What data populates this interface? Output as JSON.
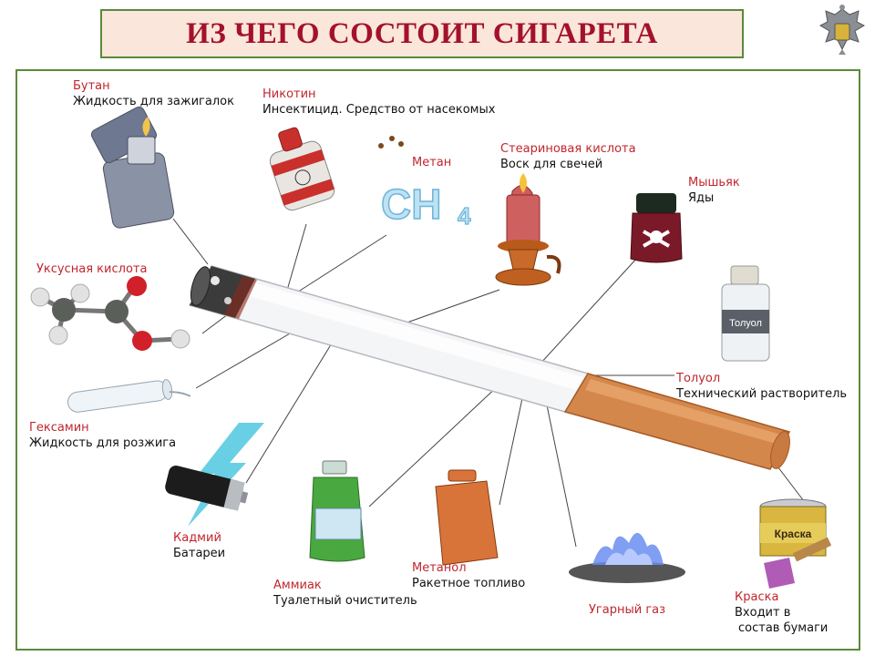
{
  "title": "ИЗ ЧЕГО СОСТОИТ СИГАРЕТА",
  "items": [
    {
      "name": "Бутан",
      "desc": "Жидкость для зажигалок"
    },
    {
      "name": "Никотин",
      "desc": "Инсектицид. Средство от насекомых"
    },
    {
      "name": "Метан",
      "desc": ""
    },
    {
      "name": "Стеариновая кислота",
      "desc": "Воск для свечей"
    },
    {
      "name": "Мышьяк",
      "desc": "Яды"
    },
    {
      "name": "Уксусная кислота",
      "desc": ""
    },
    {
      "name": "Толуол",
      "desc": "Технический растворитель"
    },
    {
      "name": "Гексамин",
      "desc": "Жидкость для розжига"
    },
    {
      "name": "Кадмий",
      "desc": "Батареи"
    },
    {
      "name": "Аммиак",
      "desc": "Туалетный очиститель"
    },
    {
      "name": "Метанол",
      "desc": "Ракетное топливо"
    },
    {
      "name": "Угарный газ",
      "desc": ""
    },
    {
      "name": "Краска",
      "desc": "Входит в"
    },
    {
      "name": "",
      "desc": "состав бумаги"
    }
  ],
  "picture_text": {
    "methane_formula": "CH",
    "methane_subscript": "4",
    "toluene_bottle": "Толуол",
    "paint_can": "Краска"
  },
  "colors": {
    "title_text": "#a3122a",
    "title_bg": "#fbe6dc",
    "frame": "#5a8a3a",
    "label_name": "#c0262d",
    "filter": "#d8864a"
  }
}
